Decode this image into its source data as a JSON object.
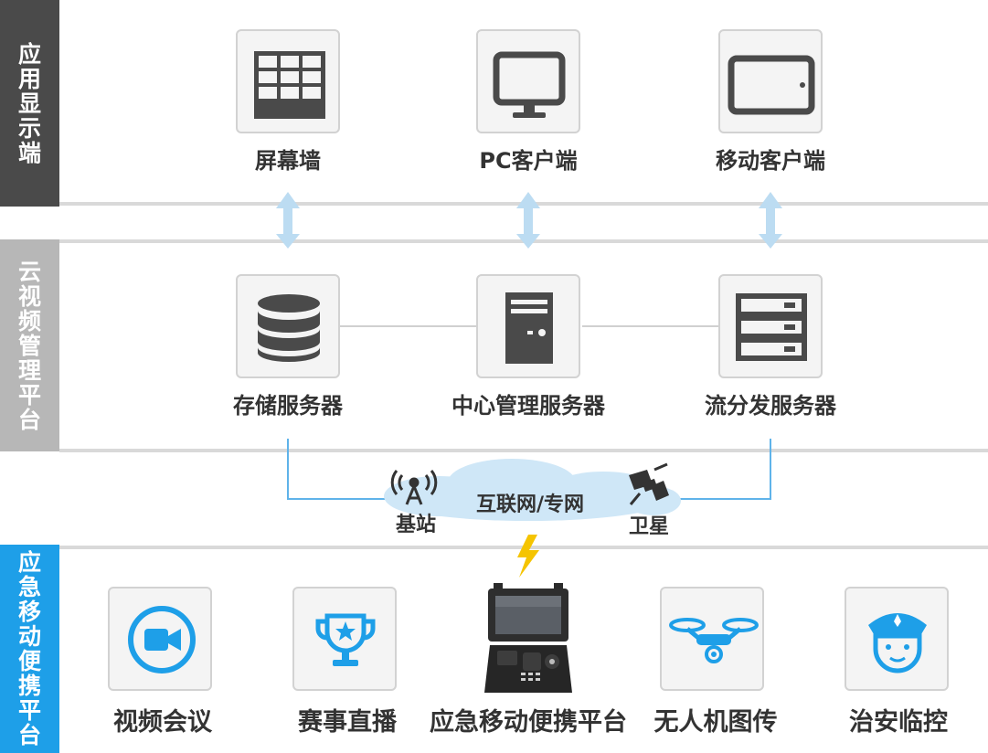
{
  "layers": {
    "app": [
      "应",
      "用",
      "显",
      "示",
      "端"
    ],
    "cloud": [
      "云",
      "视",
      "频",
      "管",
      "理",
      "平",
      "台"
    ],
    "emergency": [
      "应",
      "急",
      "移",
      "动",
      "便",
      "携",
      "平",
      "台"
    ]
  },
  "app_nodes": [
    "屏幕墙",
    "PC客户端",
    "移动客户端"
  ],
  "server_nodes": [
    "存储服务器",
    "中心管理服务器",
    "流分发服务器"
  ],
  "network": {
    "cloud_label": "互联网/专网",
    "base_station": "基站",
    "satellite": "卫星"
  },
  "terminals": [
    "视频会议",
    "赛事直播",
    "应急移动便携平台",
    "无人机图传",
    "治安临控"
  ],
  "colors": {
    "accent": "#1e9fe8",
    "arrow": "#bcdcf2",
    "icon": "#4a4a4a",
    "bolt": "#f5c400",
    "cloud": "#cfe7f7"
  }
}
